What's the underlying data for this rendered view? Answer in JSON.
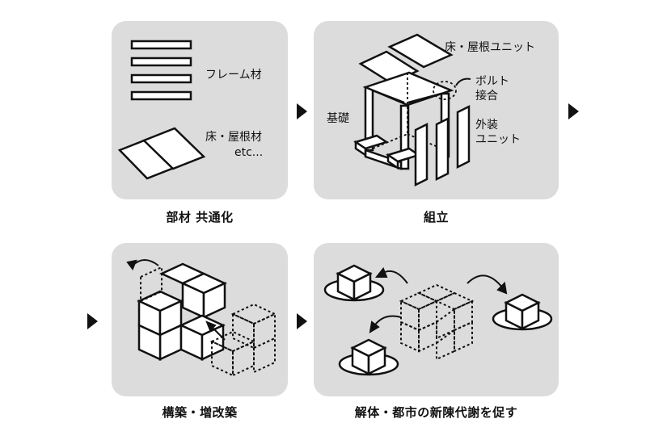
{
  "panels": {
    "p1": {
      "caption": "部材 共通化",
      "frame_label": "フレーム材",
      "floor_label": "床・屋根材",
      "etc_label": "etc..."
    },
    "p2": {
      "caption": "組立",
      "roof_label": "床・屋根ユニット",
      "bolt_label_1": "ボルト",
      "bolt_label_2": "接合",
      "foundation_label": "基礎",
      "exterior_label_1": "外装",
      "exterior_label_2": "ユニット"
    },
    "p3": {
      "caption": "構築・増改築"
    },
    "p4": {
      "caption": "解体・都市の新陳代謝を促す"
    }
  },
  "colors": {
    "panel_bg": "#dcdcdc",
    "line": "#111111",
    "arrow": "#111111"
  },
  "icons": [
    "frame-bars-icon",
    "floor-plates-icon",
    "assembled-unit-icon",
    "stacked-cubes-icon",
    "relocated-cubes-icon",
    "flow-arrow-icon"
  ]
}
